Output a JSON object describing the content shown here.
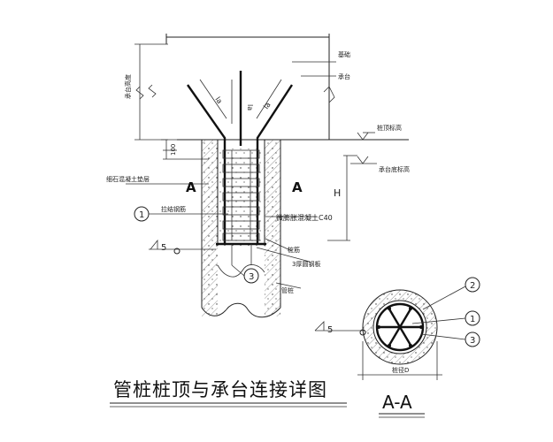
{
  "title": "管桩桩顶与承台连接详图",
  "section_title": "A-A",
  "section_marks": {
    "left": "A",
    "right": "A"
  },
  "labels": {
    "foundation": "基础",
    "cap": "承台",
    "top_elev": "桩顶标高",
    "cap_bottom": "承台底标高",
    "fine_concrete": "细石混凝土垫层",
    "lat_bar": "拉结钢筋",
    "micro_concrete": "微膨胀混凝土C40",
    "pile_bar": "桩筋",
    "spiral": "3厚圆钢板",
    "pipe_wall": "管桩",
    "cap_height": "承台高度",
    "H": "H",
    "la_left": "la",
    "la_mid": "la",
    "la_right": "la",
    "ref_100": "100",
    "dia": "桩径D"
  },
  "callouts": [
    "1",
    "2",
    "3"
  ],
  "angle_mark": "5",
  "colors": {
    "ink": "#222222",
    "hatch": "#555555",
    "background": "#ffffff"
  }
}
